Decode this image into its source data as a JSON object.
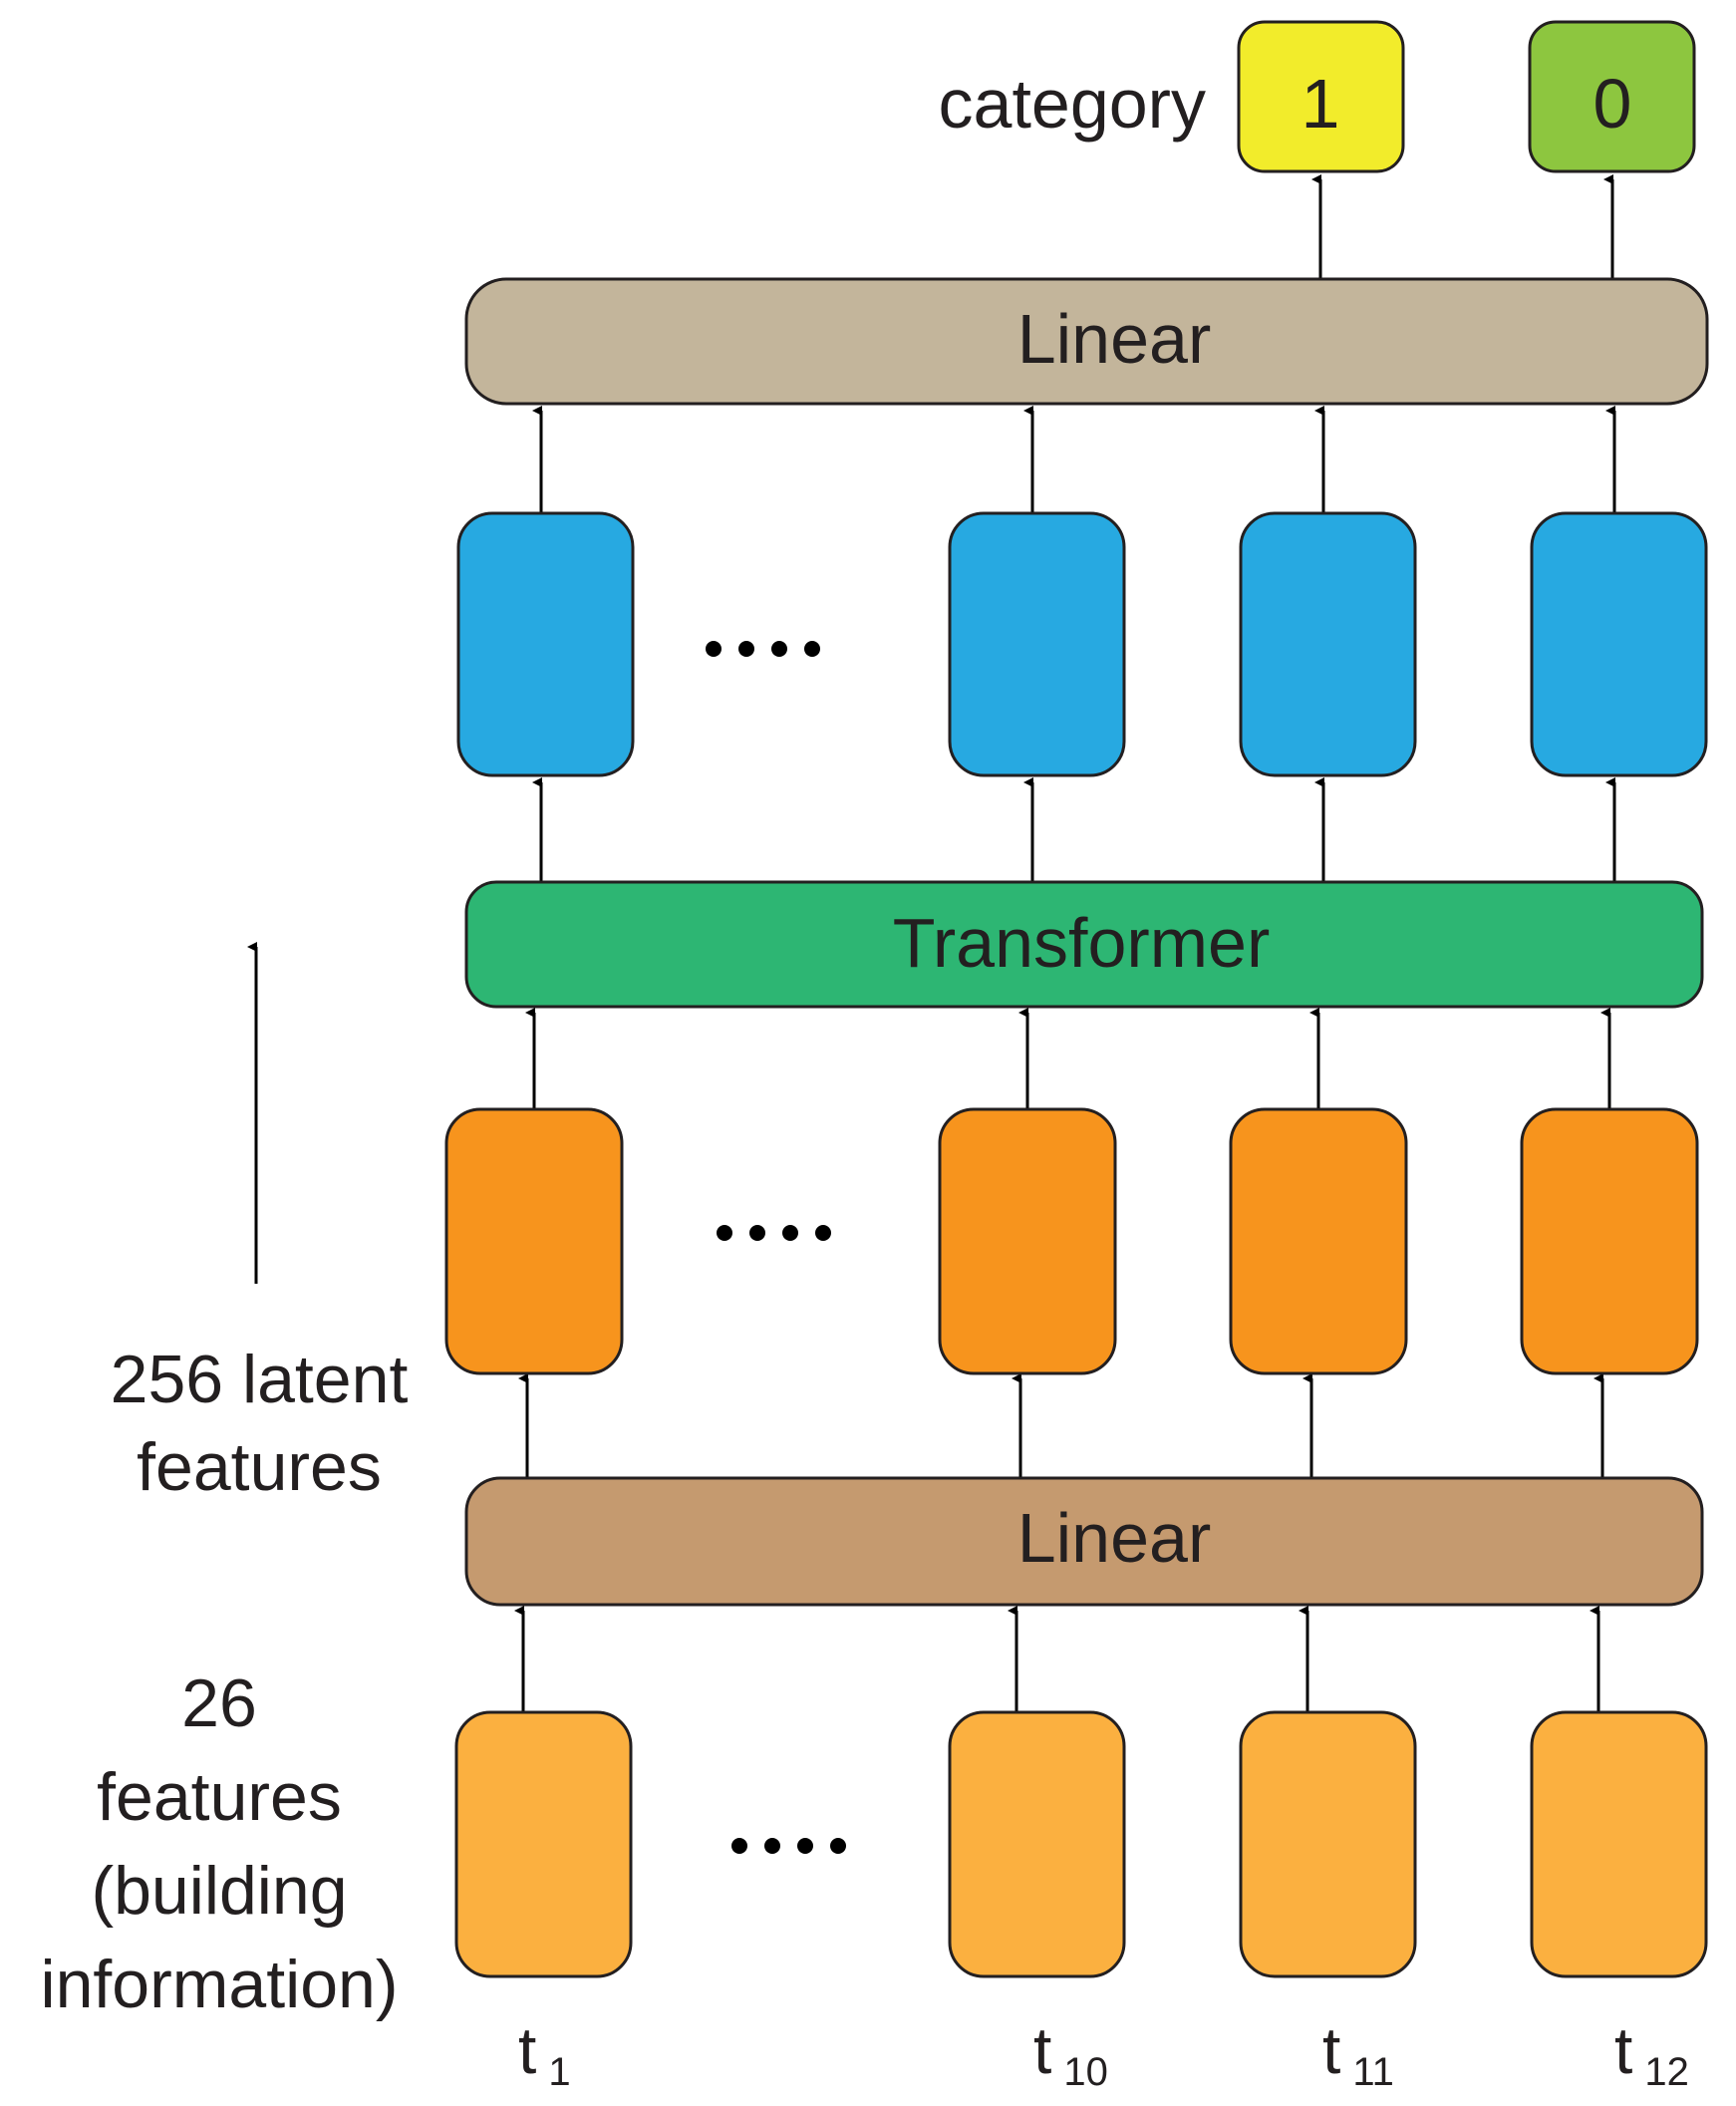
{
  "output": {
    "label": "category",
    "boxes": [
      {
        "value": "1",
        "color": "#f2ec2b"
      },
      {
        "value": "0",
        "color": "#8dc63f"
      }
    ]
  },
  "layers": {
    "linear_top": {
      "label": "Linear",
      "color": "#c3b59b"
    },
    "transformer": {
      "label": "Transformer",
      "color": "#2db673"
    },
    "linear_bottom": {
      "label": "Linear",
      "color": "#c59a6f"
    }
  },
  "token_rows": {
    "output_tokens_color": "#27a9e1",
    "latent_tokens_color": "#f7941d",
    "input_tokens_color": "#fbb040",
    "ellipsis": "...."
  },
  "side_labels": {
    "latent": [
      "256 latent",
      "features"
    ],
    "input": [
      "26",
      "features",
      "(building",
      "information)"
    ]
  },
  "time_labels": [
    {
      "base": "t",
      "sub": "1"
    },
    {
      "base": "t",
      "sub": "10"
    },
    {
      "base": "t",
      "sub": "11"
    },
    {
      "base": "t",
      "sub": "12"
    }
  ]
}
